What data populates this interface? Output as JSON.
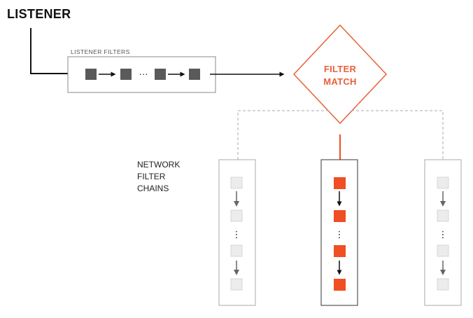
{
  "title": "LISTENER",
  "listener_filters": {
    "label": "LISTENER FILTERS",
    "ellipsis": "···"
  },
  "filter_match": {
    "line1": "FILTER",
    "line2": "MATCH"
  },
  "network_filter_chains": {
    "label": "NETWORK\nFILTER\nCHAINS",
    "ellipsis": "⋮"
  },
  "colors": {
    "accent": "#e8613a",
    "active_filter": "#f04e23",
    "listener_filter": "#5a5a5a",
    "inactive_filter": "#ececec",
    "dashed": "#aaaaaa",
    "dark": "#111111"
  }
}
